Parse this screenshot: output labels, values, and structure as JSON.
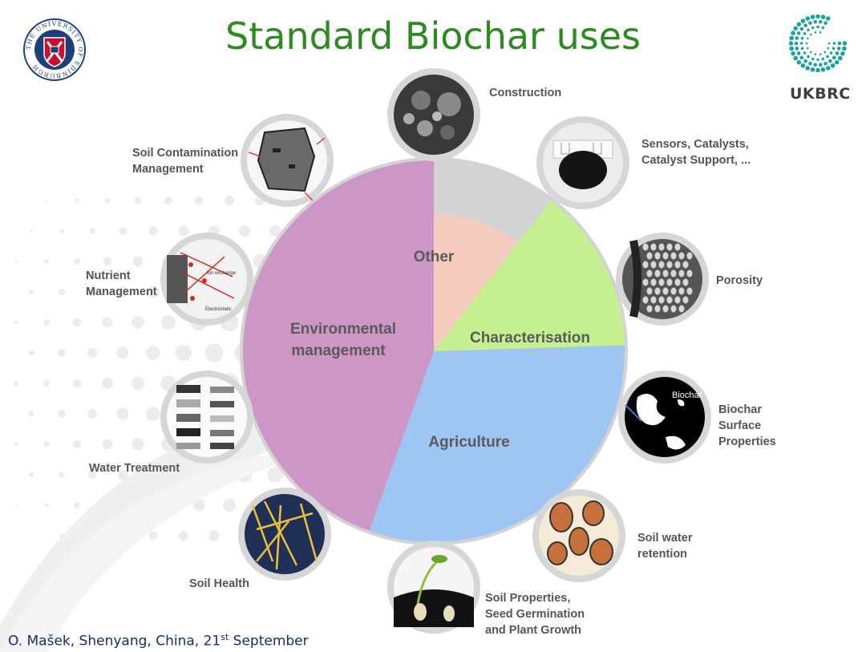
{
  "slide": {
    "title": "Standard Biochar uses",
    "footer": {
      "text": "O. Mašek, Shenyang, China, 21",
      "superscript": "st",
      "suffix": " September"
    },
    "logos": {
      "left_text": "THE UNIVERSITY OF EDINBURGH",
      "right": "UKBRC"
    }
  },
  "pie": {
    "segments": [
      {
        "label": "Environmental management",
        "line1": "Environmental",
        "line2": "management",
        "share": 0.445,
        "color": "#cc96c6"
      },
      {
        "label": "Other",
        "share": 0.105,
        "color": "#f5cbbd"
      },
      {
        "label": "Characterisation",
        "share": 0.14,
        "color": "#c4f08f"
      },
      {
        "label": "Agriculture",
        "share": 0.31,
        "color": "#9fc6f3"
      }
    ]
  },
  "uses": {
    "construction": [
      "Construction"
    ],
    "sensors": [
      "Sensors, Catalysts,",
      "Catalyst Support, ..."
    ],
    "porosity": [
      "Porosity"
    ],
    "surface": [
      "Biochar",
      "Surface",
      "Properties"
    ],
    "surface_image_text": "Biochar",
    "soil_water": [
      "Soil water",
      "retention"
    ],
    "soil_properties": [
      "Soil Properties,",
      "Seed Germination",
      "and Plant Growth"
    ],
    "soil_health": [
      "Soil Health"
    ],
    "water_treatment": [
      "Water Treatment"
    ],
    "nutrient": [
      "Nutrient",
      "Management"
    ],
    "nutrient_image_text": [
      "Ion exchange",
      "Electrostatic"
    ],
    "contamination": [
      "Soil Contamination",
      "Management"
    ]
  },
  "colors": {
    "title": "#2c8a1f",
    "footer": "#1c2a6e",
    "label": "#555555",
    "ring": "#d0d0d0",
    "pie_text": "#5a5a5a"
  }
}
